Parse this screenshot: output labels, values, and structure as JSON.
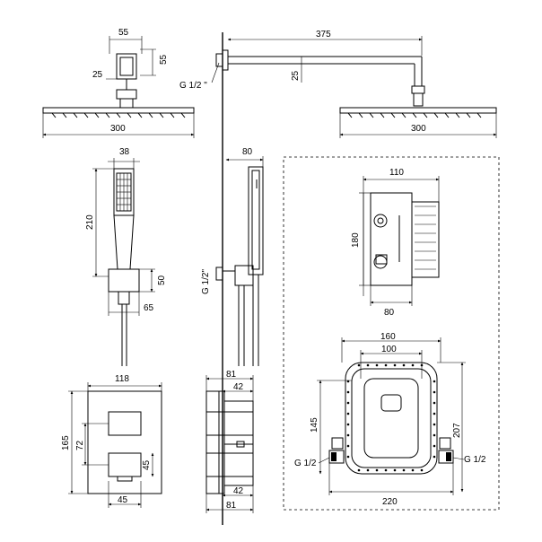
{
  "drawing": {
    "shower_head": {
      "top_width": "55",
      "top_height": "55",
      "neck": "25",
      "width": "300"
    },
    "arm": {
      "length": "375",
      "drop": "25",
      "thread": "G 1/2 \"",
      "head_width": "300"
    },
    "hand_shower": {
      "width": "38",
      "length": "210",
      "holder_height": "50",
      "holder_depth": "65"
    },
    "wall_outlet": {
      "depth": "80",
      "thread": "G 1/2\""
    },
    "mixer_front": {
      "plate_width": "118",
      "plate_height": "165",
      "spacing": "72",
      "knob_height": "45",
      "knob_width": "45"
    },
    "mixer_side": {
      "top_depth": "81",
      "top_inner": "42",
      "bottom_inner": "42",
      "bottom_depth": "81"
    },
    "box_side": {
      "width": "110",
      "height": "180",
      "depth": "80"
    },
    "box_front": {
      "outer_width": "160",
      "inner_width": "100",
      "height_inner": "145",
      "height_outer": "207",
      "thread_left": "G 1/2",
      "thread_right": "G 1/2",
      "total_width": "220"
    }
  }
}
